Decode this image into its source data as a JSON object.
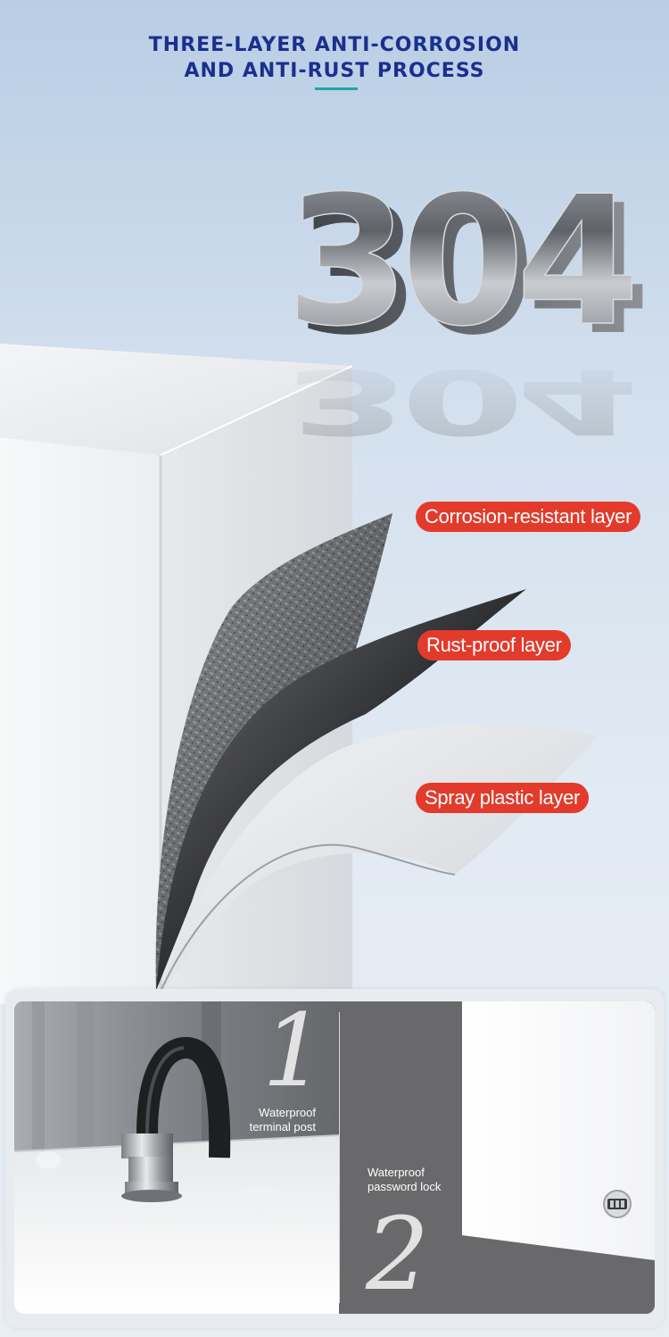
{
  "header": {
    "title_line1": "THREE-LAYER ANTI-CORROSION",
    "title_line2": "AND ANTI-RUST PROCESS",
    "accent_color": "#1fa7a0",
    "title_color": "#1b2f8f"
  },
  "hero": {
    "material_number": "304"
  },
  "layers": {
    "badge_color": "#e23b2c",
    "items": [
      {
        "label": "Corrosion-resistant layer"
      },
      {
        "label": "Rust-proof layer"
      },
      {
        "label": "Spray plastic layer"
      }
    ]
  },
  "features": [
    {
      "number": "1",
      "caption_line1": "Waterproof",
      "caption_line2": "terminal post"
    },
    {
      "number": "2",
      "caption_line1": "Waterproof",
      "caption_line2": "password lock"
    }
  ]
}
